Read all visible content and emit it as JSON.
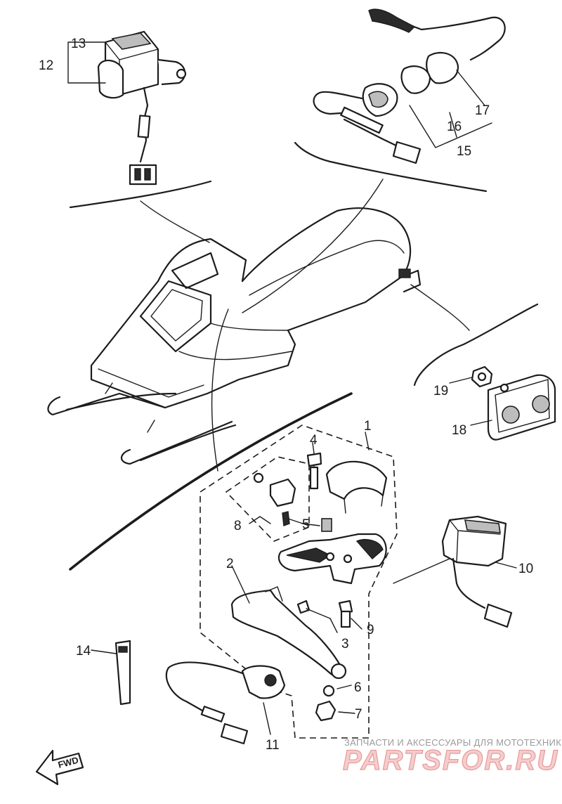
{
  "labels": {
    "p1": "1",
    "p2": "2",
    "p3": "3",
    "p4": "4",
    "p5": "5",
    "p6": "6",
    "p7": "7",
    "p8": "8",
    "p9": "9",
    "p10": "10",
    "p11": "11",
    "p12": "12",
    "p13": "13",
    "p14": "14",
    "p15": "15",
    "p16": "16",
    "p17": "17",
    "p18": "18",
    "p19": "19"
  },
  "direction_arrow": {
    "text": "FWD"
  },
  "watermark": {
    "caption": "ЗАПЧАСТИ И АКСЕССУАРЫ ДЛЯ МОТОТЕХНИКИ",
    "site": "PARTSFOR.RU"
  }
}
